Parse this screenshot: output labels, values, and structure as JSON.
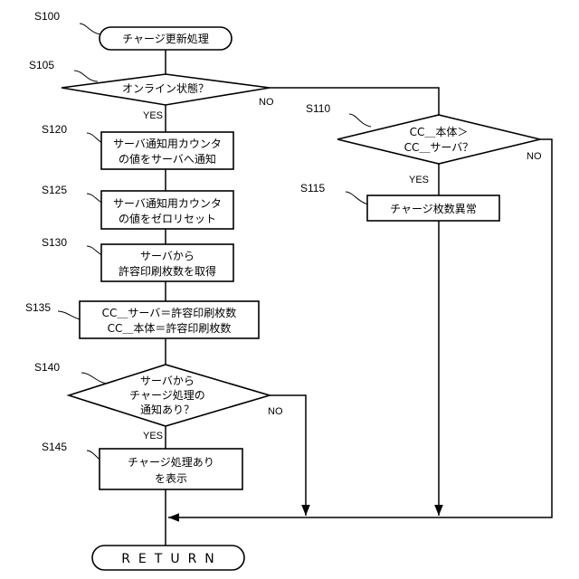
{
  "steps": {
    "s100": "S100",
    "s105": "S105",
    "s110": "S110",
    "s115": "S115",
    "s120": "S120",
    "s125": "S125",
    "s130": "S130",
    "s135": "S135",
    "s140": "S140",
    "s145": "S145"
  },
  "nodes": {
    "start": "チャージ更新処理",
    "online_check": "オンライン状態？",
    "cc_compare": [
      "CC＿本体＞",
      "CC＿サーバ？"
    ],
    "charge_error": "チャージ枚数異常",
    "notify_counter": [
      "サーバ通知用カウンタ",
      "の値をサーバへ通知"
    ],
    "reset_counter": [
      "サーバ通知用カウンタ",
      "の値をゼロリセット"
    ],
    "get_allowed": [
      "サーバから",
      "許容印刷枚数を取得"
    ],
    "set_cc": [
      "CC＿サーバ＝許容印刷枚数",
      "CC＿本体＝許容印刷枚数"
    ],
    "charge_notify_check": [
      "サーバから",
      "チャージ処理の",
      "通知あり？"
    ],
    "show_charge": [
      "チャージ処理あり",
      "を表示"
    ],
    "end": "RETURN"
  },
  "branches": {
    "s105_yes": "YES",
    "s105_no": "NO",
    "s110_yes": "YES",
    "s110_no": "NO",
    "s140_yes": "YES",
    "s140_no": "NO"
  }
}
